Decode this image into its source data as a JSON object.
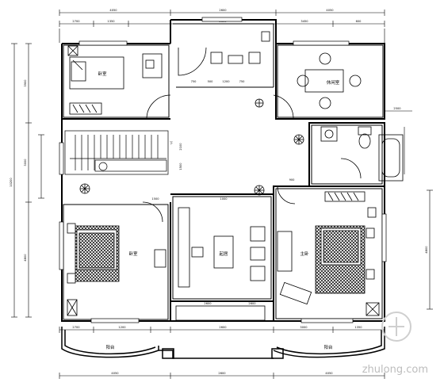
{
  "dimensions": {
    "top_outer": [
      "4050",
      "2600",
      "4050"
    ],
    "top_inner": [
      "2700",
      "1350",
      "2600",
      "3450",
      "600"
    ],
    "left": [
      "3900",
      "3000",
      "4800"
    ],
    "left_total": "10200",
    "right": [
      "4800"
    ],
    "bottom_inner": [
      "2700",
      "1200",
      "2600",
      "3000",
      "1350"
    ],
    "bottom_outer": [
      "4050",
      "2600",
      "4050"
    ],
    "misc": [
      "2100",
      "1500",
      "2500",
      "1000",
      "900",
      "2600",
      "2600",
      "750",
      "500",
      "1200",
      "750",
      "1500"
    ]
  },
  "rooms": {
    "bedroom_nw": "卧室",
    "study": "休闲室",
    "bedroom_sw": "卧室",
    "living": "起居",
    "master": "主卧",
    "balcony_left": "阳台",
    "balcony_right": "阳台",
    "stair_label": "下"
  },
  "watermark": "zhulong.com",
  "colors": {
    "line": "#000000",
    "dim_line": "#000000",
    "watermark": "#bdbdbd"
  }
}
